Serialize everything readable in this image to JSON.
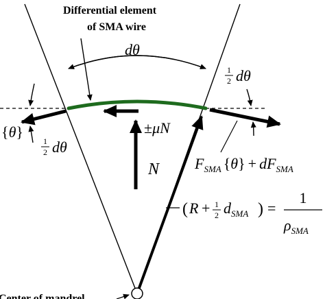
{
  "labels": {
    "title_line1": "Differential element",
    "title_line2": "of SMA wire",
    "d": "d",
    "theta": "θ",
    "half_num": "1",
    "half_den": "2",
    "brace_open": "{",
    "brace_close": "}",
    "plus_minus": "±",
    "mu": "μ",
    "N": "N",
    "F": "F",
    "SMA": "SMA",
    "plus": "+",
    "dF": "dF",
    "paren_open": "(",
    "paren_close": ")",
    "R": "R",
    "rho": "ρ",
    "equals": "=",
    "one": "1",
    "center_label": "Center of mandrel"
  },
  "colors": {
    "wire": "#1e6b1e",
    "ink": "#000000"
  }
}
